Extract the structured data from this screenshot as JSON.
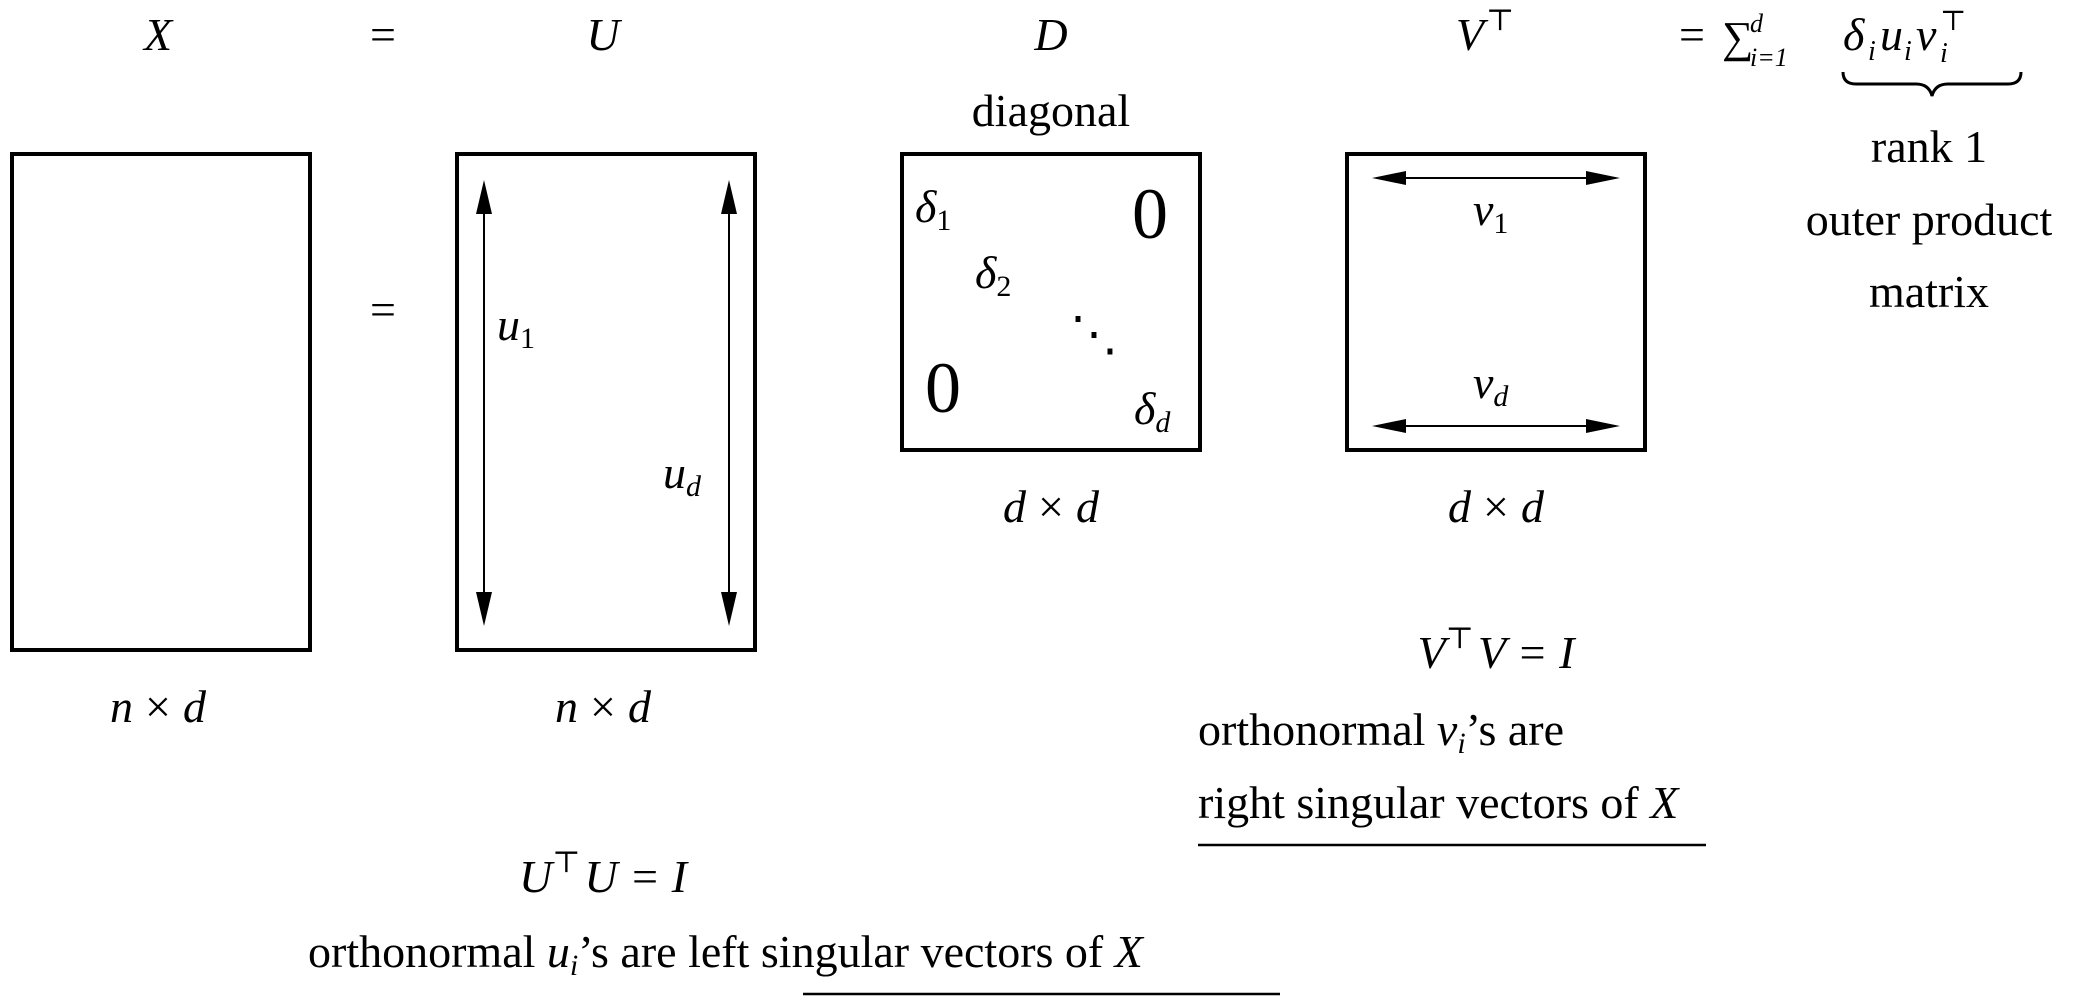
{
  "header": {
    "X": "X",
    "eq1": "=",
    "U": "U",
    "D": "D",
    "V": "V",
    "top": "⊤",
    "eq2": "=",
    "sum_sym": "∑",
    "sum_sub": "i=1",
    "sum_sup": "d",
    "delta": "δ",
    "u": "u",
    "v": "v",
    "sub_i": "i"
  },
  "brace_label": [
    "rank 1",
    "outer product",
    "matrix"
  ],
  "equals_middle": "=",
  "D_label": "diagonal",
  "D_matrix": {
    "d1": "δ",
    "s1": "1",
    "d2": "δ",
    "s2": "2",
    "dd": "δ",
    "sd": "d",
    "dots": "⋱",
    "zero_tr": "0",
    "zero_bl": "0"
  },
  "U_matrix": {
    "u1": "u",
    "s1": "1",
    "ud": "u",
    "sd": "d"
  },
  "V_matrix": {
    "v1": "v",
    "s1": "1",
    "vd": "v",
    "sd": "d"
  },
  "dims": {
    "X": [
      "n",
      "×",
      "d"
    ],
    "U": [
      "n",
      "×",
      "d"
    ],
    "D": [
      "d",
      "×",
      "d"
    ],
    "V": [
      "d",
      "×",
      "d"
    ]
  },
  "V_caption": {
    "eq": [
      "V",
      "⊤",
      "V = I"
    ],
    "line2": [
      "orthonormal ",
      "v",
      "i",
      "’s are"
    ],
    "line3": [
      "right singular vectors",
      " of ",
      "X"
    ]
  },
  "U_caption": {
    "eq": [
      "U",
      "⊤",
      "U = I"
    ],
    "line2": [
      "orthonormal ",
      "u",
      "i",
      "’s are ",
      "left singular vectors",
      " of ",
      "X"
    ]
  }
}
